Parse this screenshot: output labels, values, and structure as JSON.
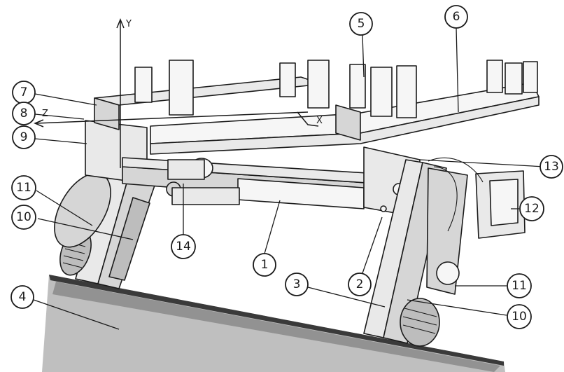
{
  "diagram": {
    "axes": {
      "y": "Y",
      "z": "Z",
      "x": "X"
    },
    "callouts": [
      {
        "id": "c7",
        "label": "7"
      },
      {
        "id": "c8",
        "label": "8"
      },
      {
        "id": "c9",
        "label": "9"
      },
      {
        "id": "c11a",
        "label": "11"
      },
      {
        "id": "c10a",
        "label": "10"
      },
      {
        "id": "c4",
        "label": "4"
      },
      {
        "id": "c5",
        "label": "5"
      },
      {
        "id": "c6",
        "label": "6"
      },
      {
        "id": "c13",
        "label": "13"
      },
      {
        "id": "c12",
        "label": "12"
      },
      {
        "id": "c14",
        "label": "14"
      },
      {
        "id": "c1",
        "label": "1"
      },
      {
        "id": "c2",
        "label": "2"
      },
      {
        "id": "c3",
        "label": "3"
      },
      {
        "id": "c11b",
        "label": "11"
      },
      {
        "id": "c10b",
        "label": "10"
      }
    ]
  }
}
